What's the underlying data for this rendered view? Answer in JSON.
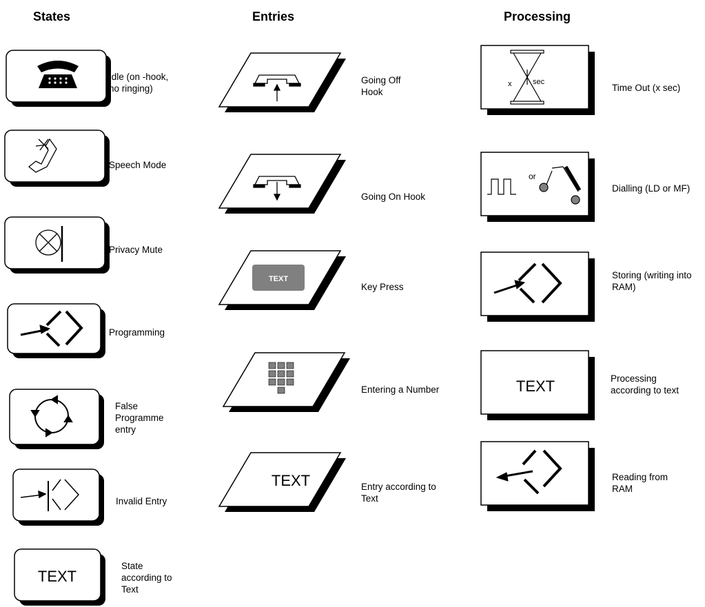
{
  "headers": {
    "states": "States",
    "entries": "Entries",
    "processing": "Processing"
  },
  "states": [
    {
      "label": "Idle (on -hook,\nno ringing)",
      "icon": "telephone-icon"
    },
    {
      "label": "Speech Mode",
      "icon": "handset-speech-icon"
    },
    {
      "label": "Privacy Mute",
      "icon": "mute-icon"
    },
    {
      "label": "Programming",
      "icon": "programming-arrow-icon"
    },
    {
      "label": "False\nProgramme\nentry",
      "icon": "cycle-arrows-icon"
    },
    {
      "label": "Invalid Entry",
      "icon": "invalid-entry-icon"
    },
    {
      "label": "State\naccording to\nText",
      "box_text": "TEXT"
    }
  ],
  "entries": [
    {
      "label": "Going Off\nHook",
      "icon": "handset-up-icon"
    },
    {
      "label": "Going On Hook",
      "icon": "handset-down-icon"
    },
    {
      "label": "Key Press",
      "box_text": "TEXT"
    },
    {
      "label": "Entering a Number",
      "icon": "keypad-icon"
    },
    {
      "label": "Entry according to\nText",
      "box_text": "TEXT"
    }
  ],
  "processing": [
    {
      "label": "Time Out (x sec)",
      "icon": "hourglass-icon",
      "left_text": "x",
      "right_text": "sec"
    },
    {
      "label": "Dialling (LD or MF)",
      "icon": "pulse-tone-icon",
      "mid_text": "or"
    },
    {
      "label": "Storing (writing into\nRAM)",
      "icon": "store-arrow-icon"
    },
    {
      "label": "Processing\naccording to text",
      "box_text": "TEXT"
    },
    {
      "label": "Reading from\nRAM",
      "icon": "read-arrow-icon"
    }
  ]
}
